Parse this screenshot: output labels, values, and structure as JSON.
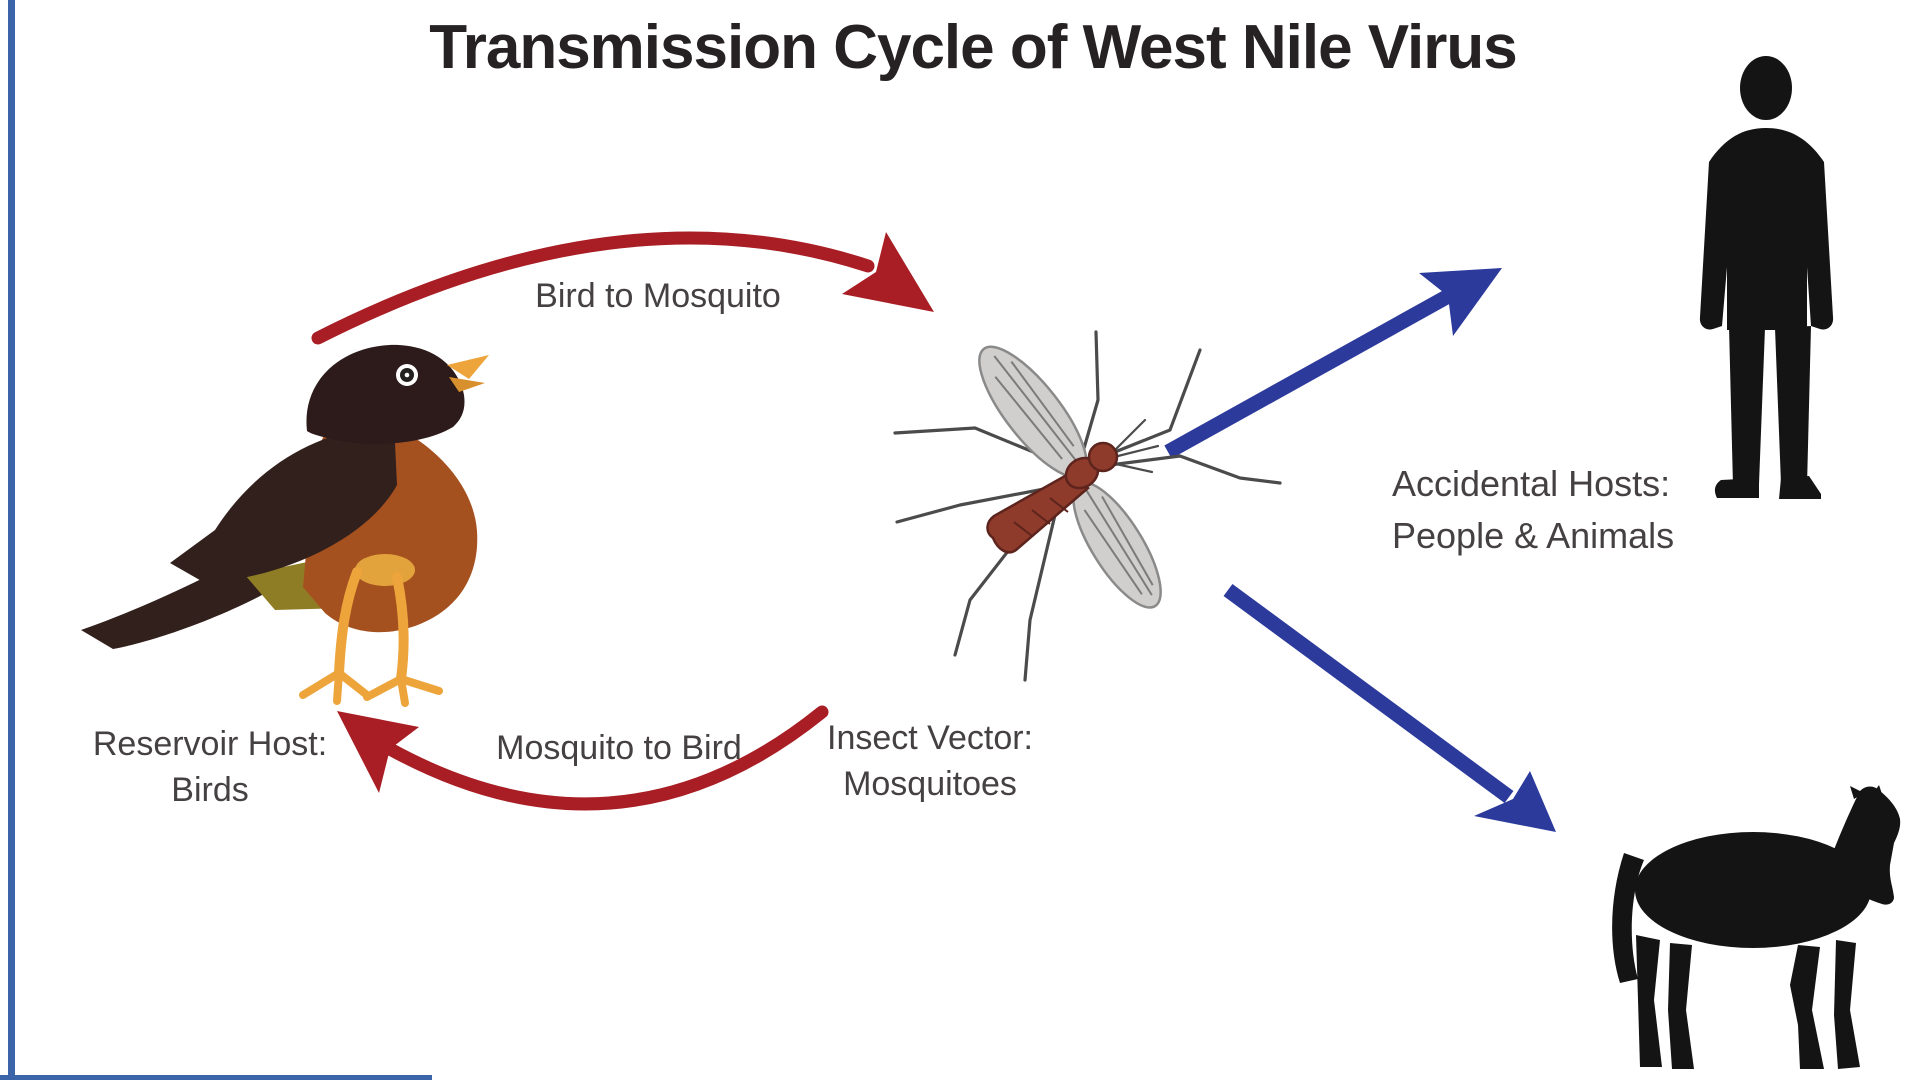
{
  "title": "Transmission Cycle of West Nile Virus",
  "nodes": {
    "reservoir": {
      "line1": "Reservoir Host:",
      "line2": "Birds",
      "icon": "robin-bird"
    },
    "vector": {
      "line1": "Insect Vector:",
      "line2": "Mosquitoes",
      "icon": "mosquito"
    },
    "accidental": {
      "line1": "Accidental Hosts:",
      "line2": "People & Animals",
      "icons": [
        "person-silhouette",
        "horse-silhouette"
      ]
    }
  },
  "edges": {
    "bird_to_mosquito": {
      "label": "Bird to Mosquito",
      "color_key": "red",
      "style": "curved-arrow"
    },
    "mosquito_to_bird": {
      "label": "Mosquito to Bird",
      "color_key": "red",
      "style": "curved-arrow"
    },
    "mosquito_to_person": {
      "color_key": "blue",
      "style": "straight-arrow"
    },
    "mosquito_to_horse": {
      "color_key": "blue",
      "style": "straight-arrow"
    }
  },
  "colors": {
    "red": "#a81e24",
    "blue": "#2c3a9c",
    "title_text": "#262223",
    "label_text": "#454142",
    "border": "#3c64a9",
    "silhouette": "#141414",
    "bird_dark": "#32201d",
    "bird_breast": "#a5511f",
    "bird_accent": "#eda43b",
    "bird_olive": "#8f7d26",
    "mosquito_body": "#8e3b2c",
    "mosquito_wing": "#d0cfcd"
  }
}
